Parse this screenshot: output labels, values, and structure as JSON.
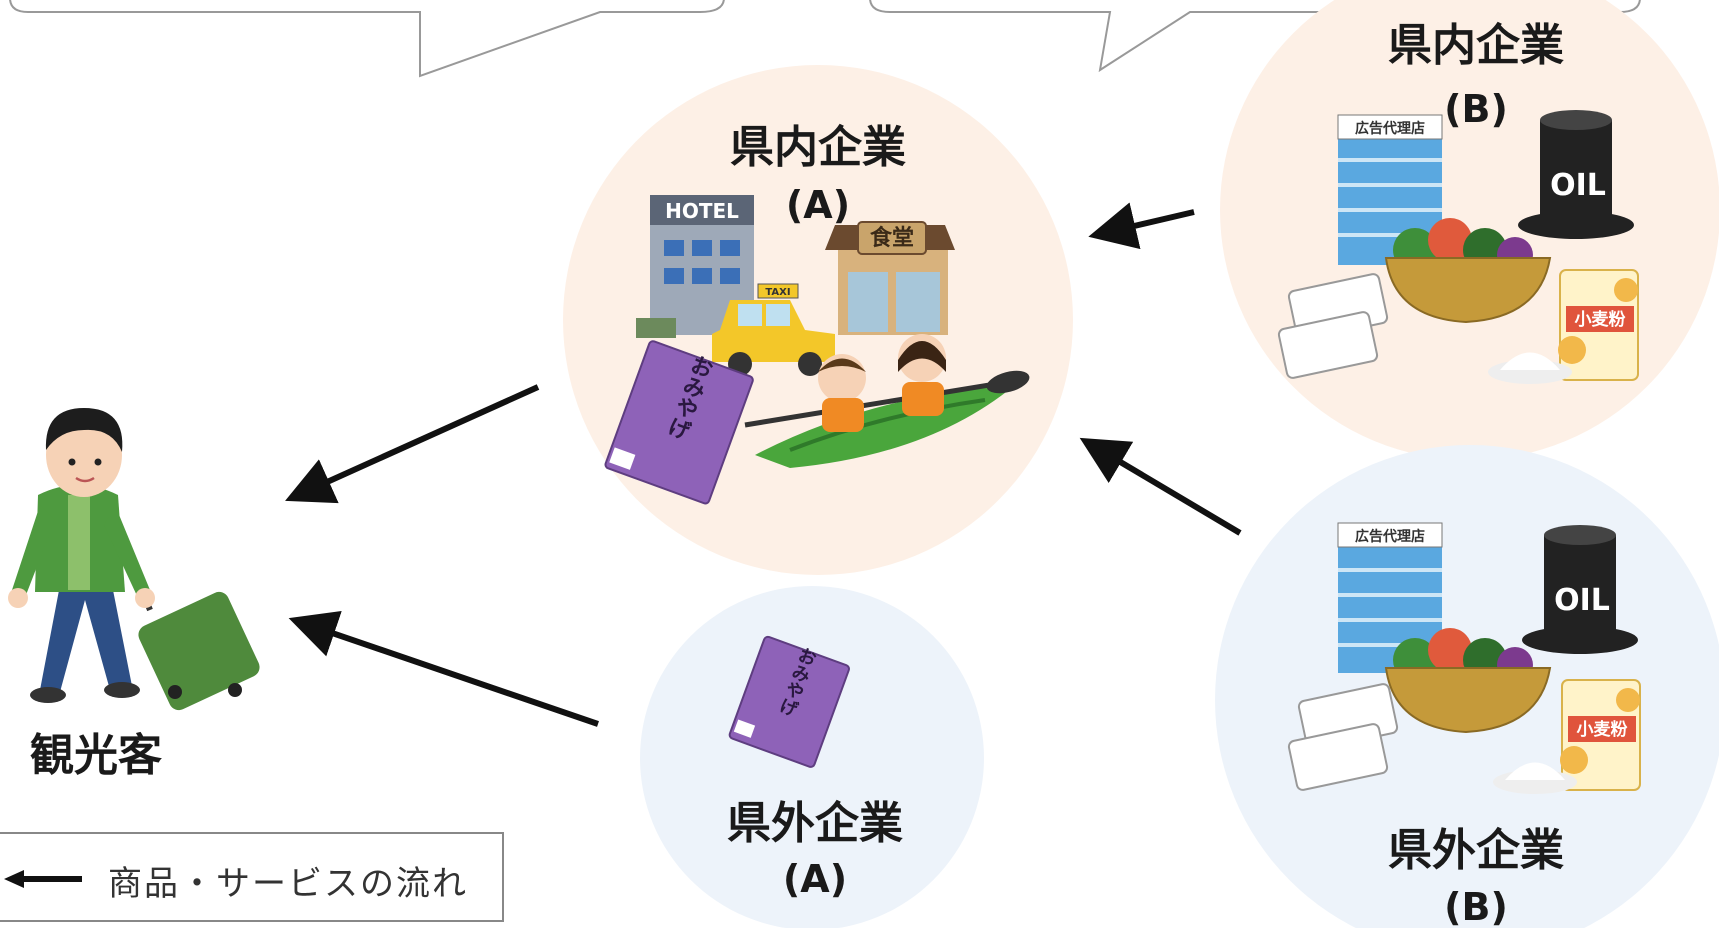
{
  "nodes": {
    "tourist": {
      "label": "観光客"
    },
    "pref_a": {
      "label_line1": "県内企業",
      "label_line2": "(A)"
    },
    "pref_b": {
      "label_line1": "県内企業",
      "label_line2": "(B)"
    },
    "out_a": {
      "label_line1": "県外企業",
      "label_line2": "(A)"
    },
    "out_b": {
      "label_line1": "県外企業",
      "label_line2": "(B)"
    }
  },
  "signs": {
    "hotel": "HOTEL",
    "taxi": "TAXI",
    "shokudo": "食堂",
    "omiyage": "おみやげ",
    "agency": "広告代理店",
    "oil": "OIL",
    "flour": "小麦粉"
  },
  "legend": {
    "text": "商品・サービスの流れ"
  },
  "colors": {
    "in_pref_circle": "#fdf0e6",
    "out_pref_circle": "#edf3fa",
    "arrow": "#111111",
    "callout_border": "#999999"
  }
}
